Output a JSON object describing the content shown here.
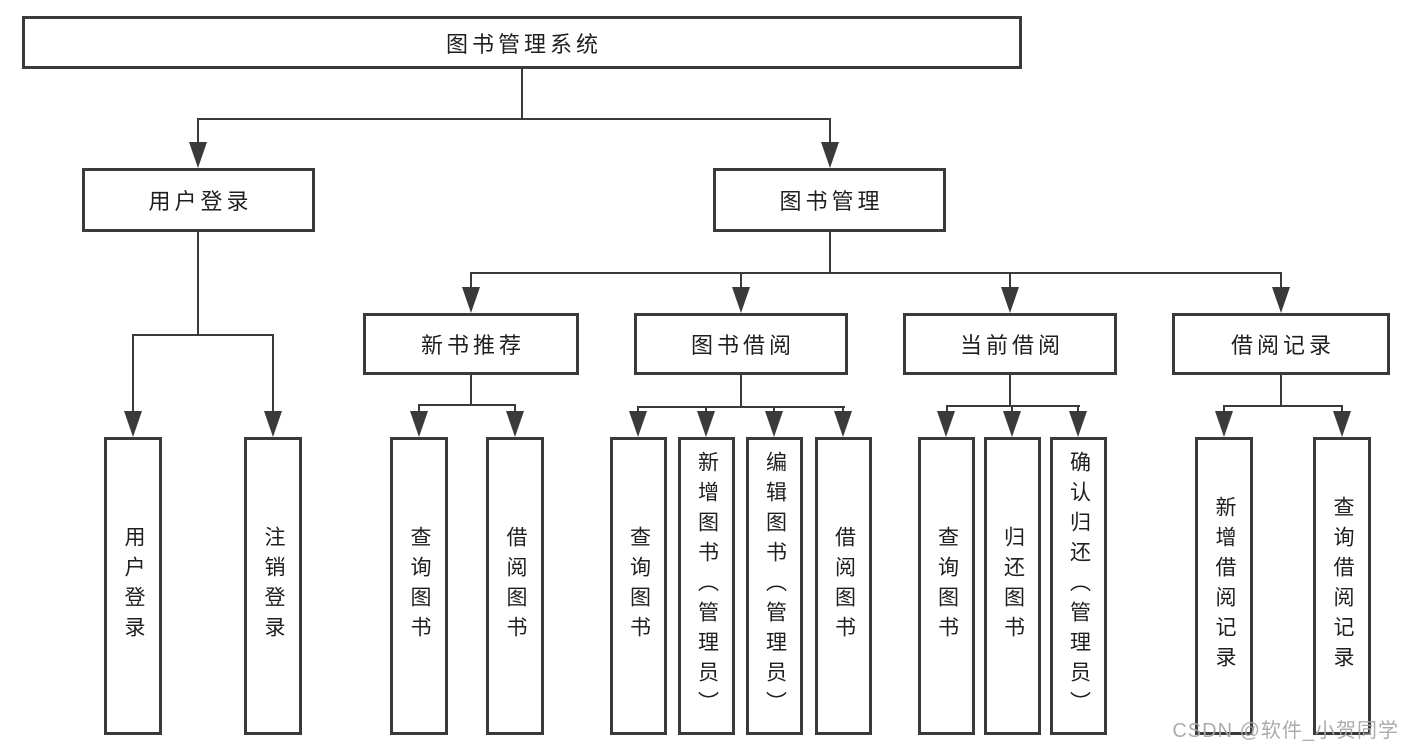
{
  "tree": {
    "root": {
      "label": "图书管理系统"
    },
    "level2": [
      {
        "label": "用户登录"
      },
      {
        "label": "图书管理"
      }
    ],
    "level3": [
      {
        "label": "新书推荐"
      },
      {
        "label": "图书借阅"
      },
      {
        "label": "当前借阅"
      },
      {
        "label": "借阅记录"
      }
    ],
    "leaves": {
      "login": [
        {
          "label": "用户登录"
        },
        {
          "label": "注销登录"
        }
      ],
      "new_books": [
        {
          "label": "查询图书"
        },
        {
          "label": "借阅图书"
        }
      ],
      "borrowing": [
        {
          "label": "查询图书"
        },
        {
          "label": "新增图书（管理员）"
        },
        {
          "label": "编辑图书（管理员）"
        },
        {
          "label": "借阅图书"
        }
      ],
      "current": [
        {
          "label": "查询图书"
        },
        {
          "label": "归还图书"
        },
        {
          "label": "确认归还（管理员）"
        }
      ],
      "records": [
        {
          "label": "新增借阅记录"
        },
        {
          "label": "查询借阅记录"
        }
      ]
    }
  },
  "watermark": "CSDN @软件_小贺同学",
  "colors": {
    "line": "#3a3a3a",
    "text": "#1f1f1f",
    "background": "#ffffff",
    "watermark": "#a8a8a8"
  }
}
